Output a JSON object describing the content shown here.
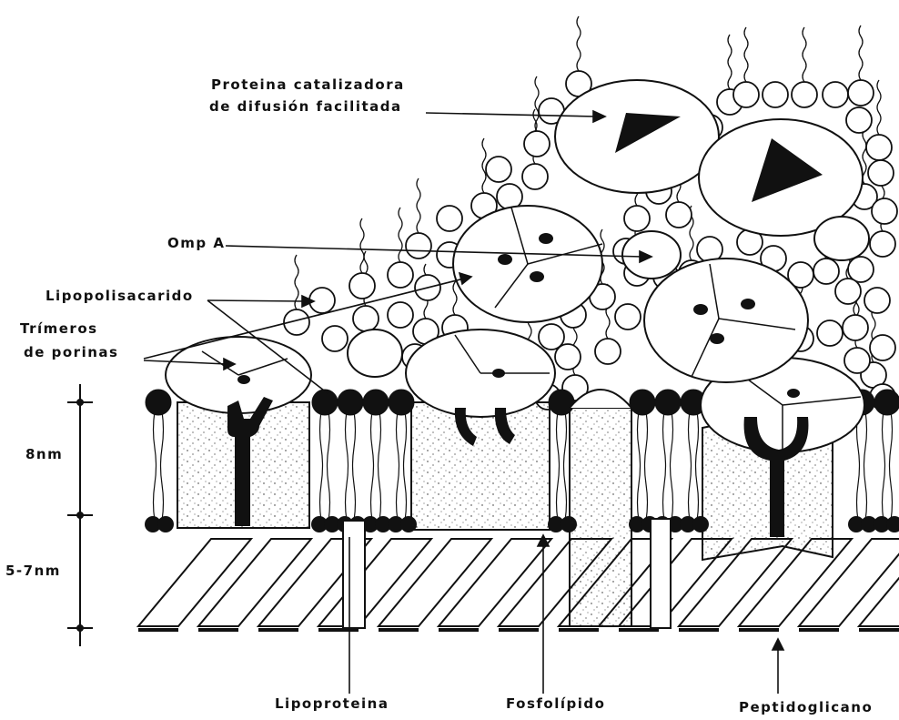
{
  "labels": {
    "proteina_1": "Proteina catalizadora",
    "proteina_2": "de difusión facilitada",
    "ompa": "Omp A",
    "lipopolisacarido": "Lipopolisacarido",
    "trimeros_1": "Trímeros",
    "trimeros_2": "de porinas",
    "scale_8nm": "8nm",
    "scale_57nm": "5-7nm",
    "lipoproteina": "Lipoproteina",
    "fosfolipido": "Fosfolípido",
    "peptidoglicano": "Peptidoglicano"
  }
}
